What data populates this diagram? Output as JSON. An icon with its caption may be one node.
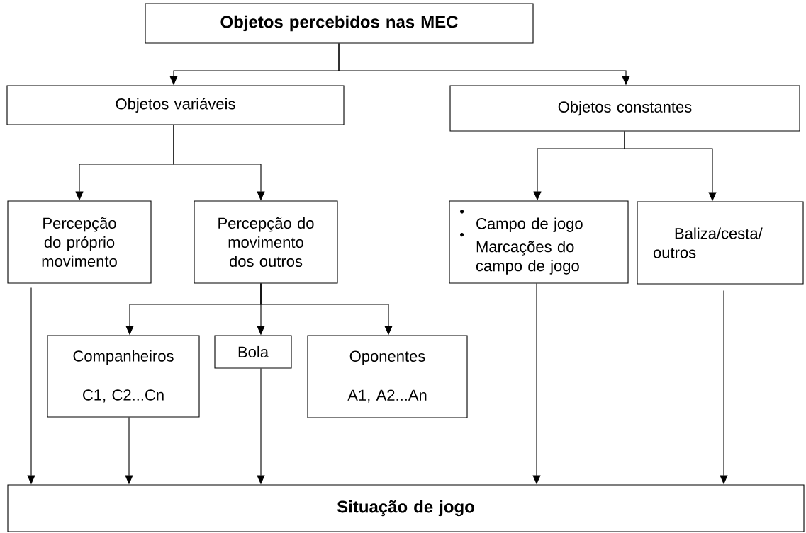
{
  "diagram": {
    "nodes": [
      {
        "text": [
          "Objetos percebidos nas MEC"
        ]
      },
      {
        "text": [
          "Objetos variáveis"
        ]
      },
      {
        "text": [
          "Objetos constantes"
        ]
      },
      {
        "text": [
          "Percepção do próprio movimento"
        ]
      },
      {
        "text": [
          "Percepção do movimento dos outros"
        ]
      },
      {
        "text": [
          "Campo de jogo",
          "Marcações do campo de jogo"
        ]
      },
      {
        "text": [
          "Baliza/cesta/ outros"
        ]
      },
      {
        "text": [
          "Companheiros",
          "C1, C2...Cn"
        ]
      },
      {
        "text": [
          "Bola"
        ]
      },
      {
        "text": [
          "Oponentes",
          "A1, A2...An"
        ]
      },
      {
        "text": [
          "Situação de jogo"
        ]
      }
    ],
    "edges": [
      {
        "from": 0,
        "to": 1,
        "arrow": "to"
      },
      {
        "from": 0,
        "to": 2,
        "arrow": "to"
      },
      {
        "from": 1,
        "to": 3,
        "arrow": "to"
      },
      {
        "from": 1,
        "to": 4,
        "arrow": "to"
      },
      {
        "from": 2,
        "to": 5,
        "arrow": "to"
      },
      {
        "from": 2,
        "to": 6,
        "arrow": "to"
      },
      {
        "from": 4,
        "to": 7,
        "arrow": "to"
      },
      {
        "from": 4,
        "to": 8,
        "arrow": "to"
      },
      {
        "from": 4,
        "to": 9,
        "arrow": "to"
      },
      {
        "from": 3,
        "to": 10,
        "arrow": "to"
      },
      {
        "from": 7,
        "to": 10,
        "arrow": "to"
      },
      {
        "from": 8,
        "to": 10,
        "arrow": "to"
      },
      {
        "from": 5,
        "to": 10,
        "arrow": "to"
      },
      {
        "from": 6,
        "to": 10,
        "arrow": "to"
      }
    ]
  }
}
